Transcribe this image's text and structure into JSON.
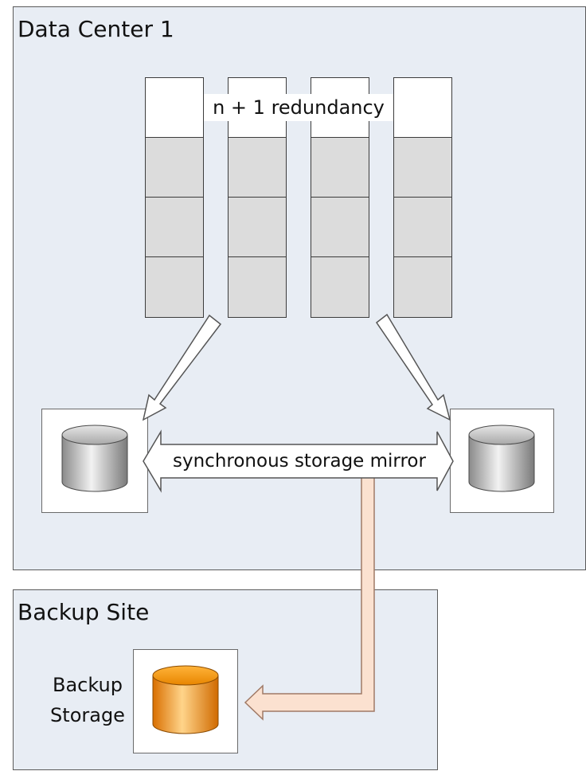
{
  "datacenter": {
    "title": "Data Center 1",
    "redundancy_label": "n + 1 redundancy",
    "mirror_label": "synchronous storage mirror",
    "servers": [
      "server",
      "server",
      "server",
      "server"
    ],
    "storage": [
      "primary-storage",
      "mirror-storage"
    ]
  },
  "backup": {
    "title": "Backup Site",
    "storage_label_line1": "Backup",
    "storage_label_line2": "Storage"
  },
  "colors": {
    "region_fill": "#e8edf4",
    "rack_cell": "#dcdcdc",
    "disk_gray": "#b9b9b9",
    "disk_orange": "#f08a00",
    "backup_link": "#fbe1d0"
  }
}
